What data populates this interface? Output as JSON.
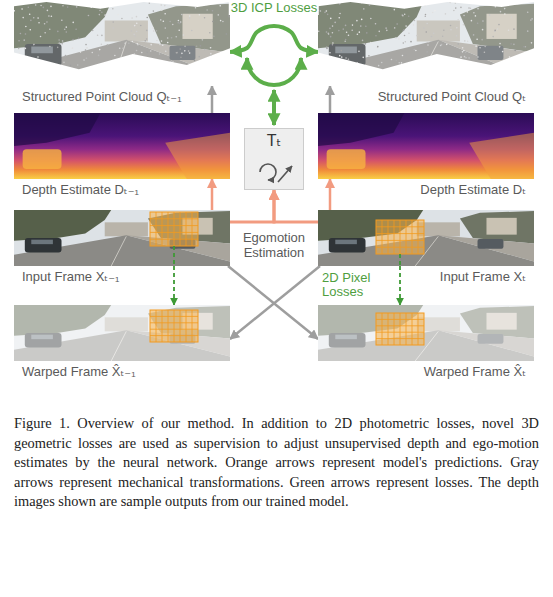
{
  "diagram": {
    "caption": "Figure 1. Overview of our method. In addition to 2D photometric losses, novel 3D geometric losses are used as supervision to adjust unsupervised depth and ego-motion estimates by the neural network. Orange arrows represent model's predictions. Gray arrows represent mechanical transformations. Green arrows represent losses. The depth images shown are sample outputs from our trained model.",
    "nodes": [
      {
        "text": [
          "Structured Point Cloud Qₜ₋₁"
        ]
      },
      {
        "text": [
          "Structured Point Cloud Qₜ"
        ]
      },
      {
        "text": [
          "Depth Estimate Dₜ₋₁"
        ]
      },
      {
        "text": [
          "Tₜ",
          "Egomotion Estimation"
        ]
      },
      {
        "text": [
          "Depth Estimate Dₜ"
        ]
      },
      {
        "text": [
          "Input Frame Xₜ₋₁"
        ]
      },
      {
        "text": [
          "Input Frame Xₜ"
        ]
      },
      {
        "text": [
          "Warped Frame X̂ₜ₋₁"
        ]
      },
      {
        "text": [
          "Warped Frame X̂ₜ"
        ]
      }
    ],
    "edges": [
      {
        "from": 2,
        "to": 0,
        "arrow": "to"
      },
      {
        "from": 4,
        "to": 1,
        "arrow": "to"
      },
      {
        "from": 5,
        "to": 2,
        "arrow": "to"
      },
      {
        "from": 6,
        "to": 4,
        "arrow": "to"
      },
      {
        "from": 5,
        "to": 3,
        "arrow": "to"
      },
      {
        "from": 6,
        "to": 3,
        "arrow": "to"
      },
      {
        "from": 0,
        "to": 1,
        "label": "3D ICP Losses",
        "arrow": "both"
      },
      {
        "from": 5,
        "to": 7,
        "arrow": "to"
      },
      {
        "from": 6,
        "to": 8,
        "label": "2D Pixel Losses",
        "arrow": "to"
      },
      {
        "from": 5,
        "to": 8,
        "arrow": "to"
      },
      {
        "from": 6,
        "to": 7,
        "arrow": "to"
      }
    ]
  }
}
